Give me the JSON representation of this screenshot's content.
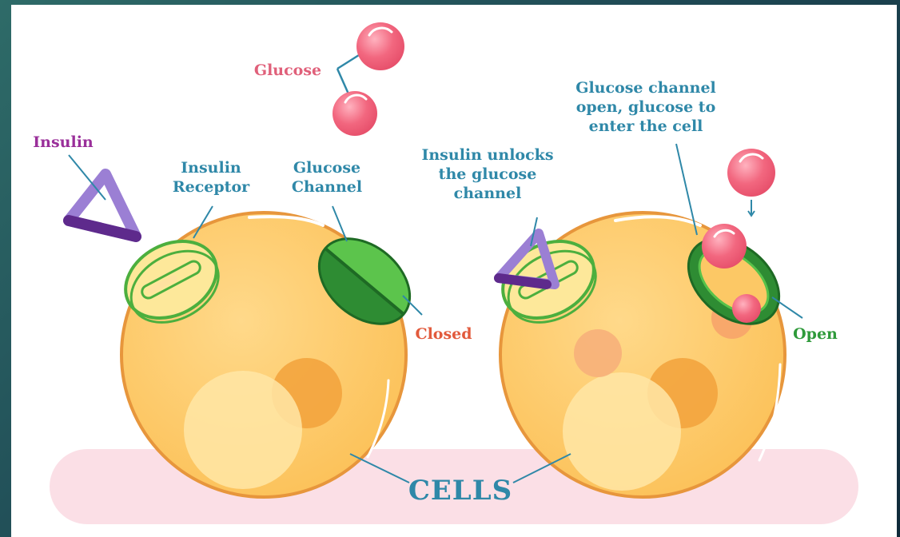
{
  "labels": {
    "glucose": "Glucose",
    "insulin": "Insulin",
    "insulin_receptor": "Insulin\nReceptor",
    "glucose_channel": "Glucose\nChannel",
    "closed": "Closed",
    "insulin_unlocks": "Insulin unlocks\nthe glucose\nchannel",
    "channel_open_text": "Glucose channel\nopen, glucose to\nenter the cell",
    "open": "Open",
    "cells": "CELLS"
  },
  "colors": {
    "cell_fill": "#fcc865",
    "cell_outline": "#e7963c",
    "glucose": "#f2677f",
    "insulin_light": "#9b7fd4",
    "insulin_dark": "#6a2c9a",
    "receptor": "#58b84a",
    "channel_dark": "#2e8c33",
    "channel_light": "#58c24a",
    "leader_line": "#2f88a8",
    "floor_band": "#fbdfe6"
  }
}
